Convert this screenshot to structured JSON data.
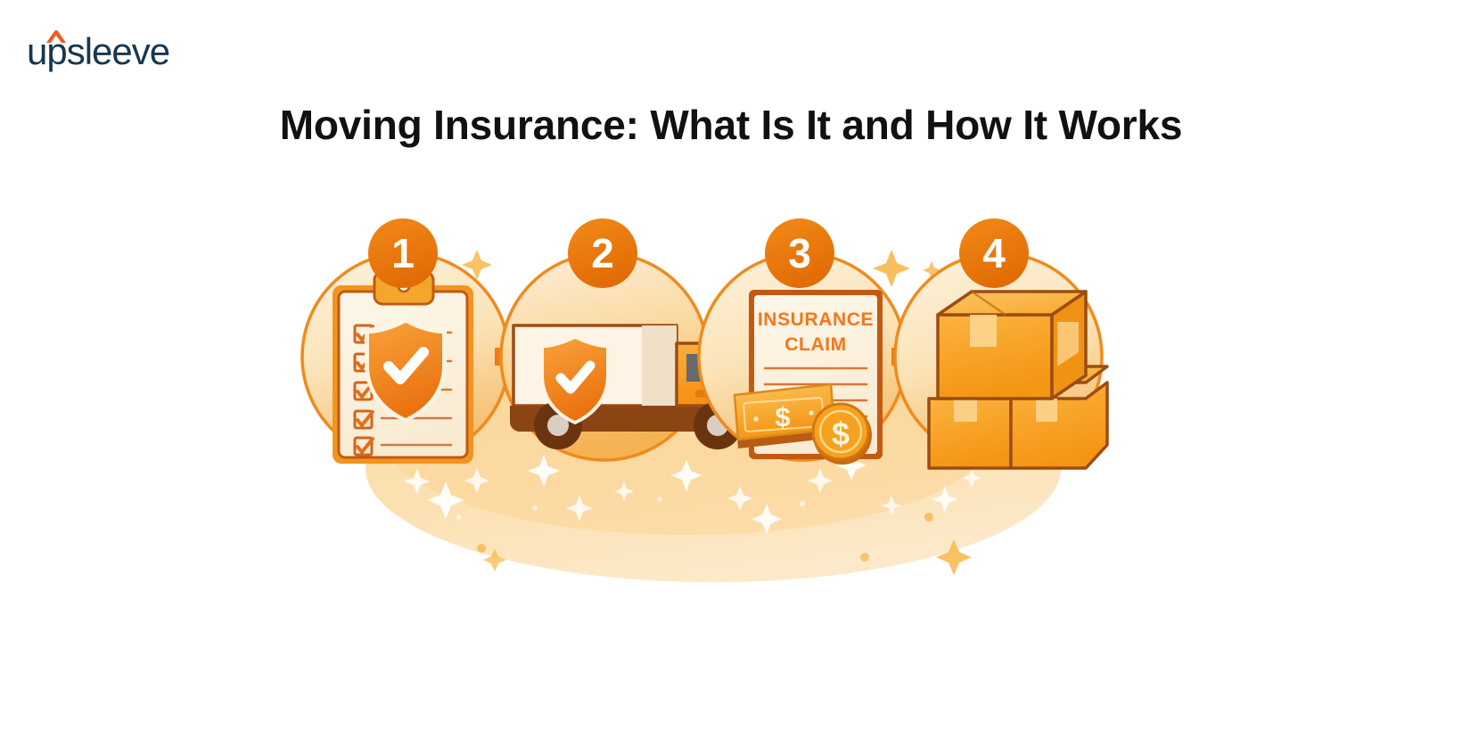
{
  "brand": {
    "logo_text": "upsleeve",
    "logo_accent_icon": "caret-accent-icon",
    "logo_text_color": "#18374f",
    "logo_accent_color": "#f05a22"
  },
  "header": {
    "title": "Moving Insurance: What Is It and How It Works",
    "title_color": "#111111"
  },
  "theme": {
    "accent_orange": "#ee8013",
    "deep_orange": "#e06a0a",
    "arrow_orange": "#f0801a",
    "circle_stroke": "#f08a1e",
    "circle_fill_light": "#fdf0da",
    "circle_fill_deep": "#f7c070",
    "blob_fill": "#fbdca6",
    "outline_brown": "#9c4d12",
    "cream": "#fdf4e3",
    "background": "#ffffff"
  },
  "illustration": {
    "name": "moving-insurance-process-illustration",
    "alt": "Four step moving insurance process",
    "steps": [
      {
        "number": "1",
        "icon": "clipboard-checklist-shield-icon",
        "description": "Clipboard with checked checklist and protection shield",
        "checkbox_count": 5
      },
      {
        "number": "2",
        "icon": "moving-truck-shield-icon",
        "description": "Moving truck with insurance shield on cargo box"
      },
      {
        "number": "3",
        "icon": "insurance-claim-document-money-icon",
        "description": "Insurance claim form with banknote and coin",
        "document_title_line1": "INSURANCE",
        "document_title_line2": "CLAIM",
        "money_symbol": "$",
        "coin_symbol": "$"
      },
      {
        "number": "4",
        "icon": "stacked-cardboard-boxes-icon",
        "description": "Stacked delivered cardboard boxes"
      }
    ],
    "connectors": [
      {
        "name": "arrow-step-1-to-2",
        "icon": "arrow-right-icon"
      },
      {
        "name": "arrow-step-2-to-3",
        "icon": "arrow-right-icon"
      },
      {
        "name": "arrow-step-3-to-4",
        "icon": "arrow-right-icon"
      }
    ]
  }
}
